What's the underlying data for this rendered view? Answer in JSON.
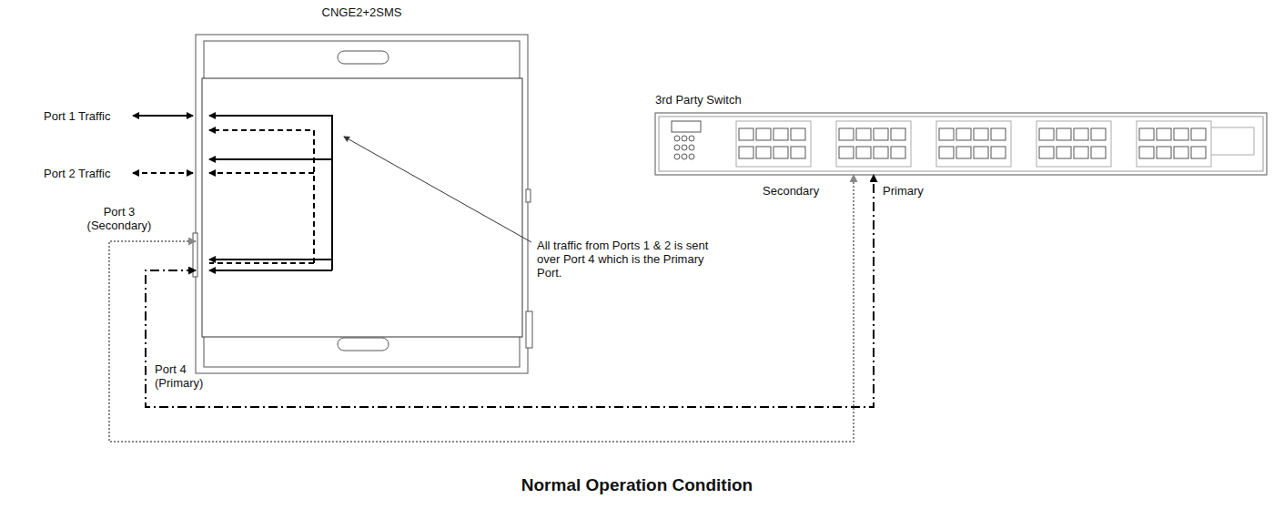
{
  "diagram": {
    "caption": "Normal Operation Condition",
    "nodes": [
      {
        "text": [
          "CNGE2+2SMS"
        ]
      },
      {
        "text": [
          "3rd Party Switch"
        ]
      }
    ],
    "edges": [
      {
        "from": 0,
        "to": 1,
        "arrow": "both"
      },
      {
        "from": 0,
        "to": 1,
        "arrow": "both"
      }
    ],
    "labels": [
      "Port 1 Traffic",
      "Port 2 Traffic",
      "Port 3 (Secondary)",
      "Port 4 (Primary)",
      "All traffic from Ports 1 & 2 is sent over Port 4 which is the Primary Port.",
      "Secondary",
      "Primary"
    ]
  }
}
